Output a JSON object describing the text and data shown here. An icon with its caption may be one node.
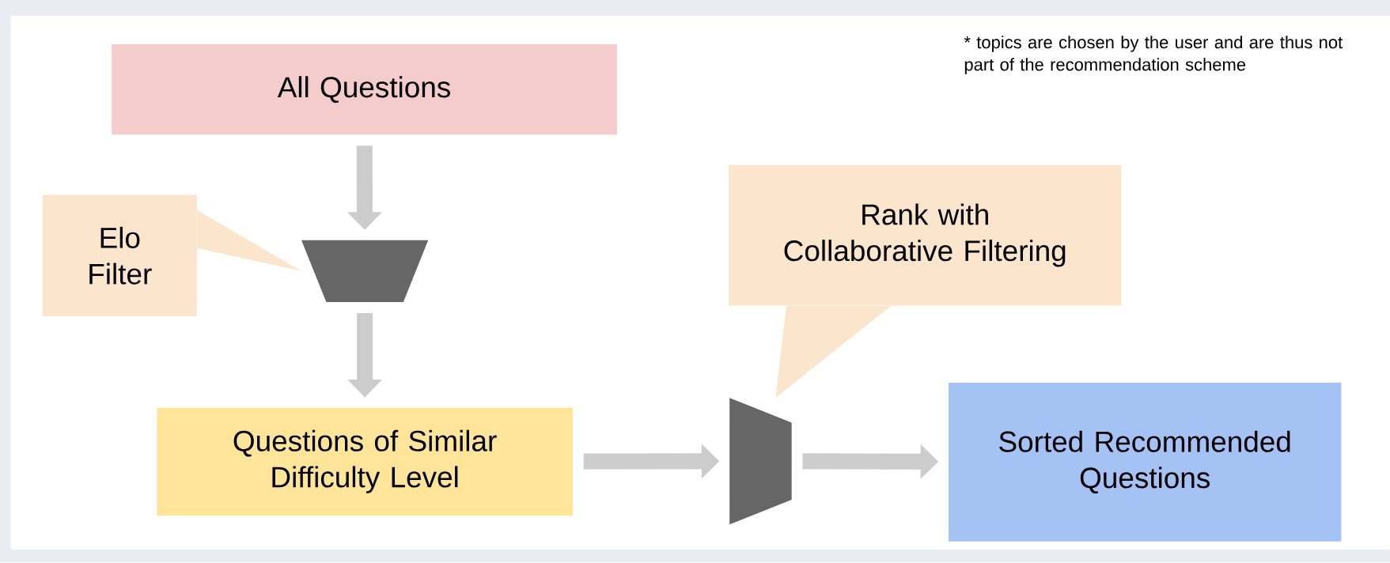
{
  "diagram": {
    "nodes": [
      {
        "text": [
          "All Questions"
        ]
      },
      {
        "text": [
          "Elo Filter"
        ]
      },
      {
        "text": [],
        "shape": "trapezoid"
      },
      {
        "text": [
          "Questions of Similar Difficulty Level"
        ]
      },
      {
        "text": [],
        "shape": "trapezoid"
      },
      {
        "text": [
          "Rank with Collaborative Filtering"
        ]
      },
      {
        "text": [
          "Sorted Recommended Questions"
        ]
      }
    ],
    "edges": [
      {
        "from": 0,
        "to": 2,
        "arrow": "to"
      },
      {
        "from": 2,
        "to": 3,
        "arrow": "to"
      },
      {
        "from": 3,
        "to": 4,
        "arrow": "to"
      },
      {
        "from": 4,
        "to": 6,
        "arrow": "to"
      },
      {
        "from": 1,
        "to": 2,
        "arrow": "to"
      },
      {
        "from": 5,
        "to": 4,
        "arrow": "to"
      }
    ],
    "labels": [
      "* topics are chosen by the user and are thus not part of the recommendation scheme"
    ]
  }
}
